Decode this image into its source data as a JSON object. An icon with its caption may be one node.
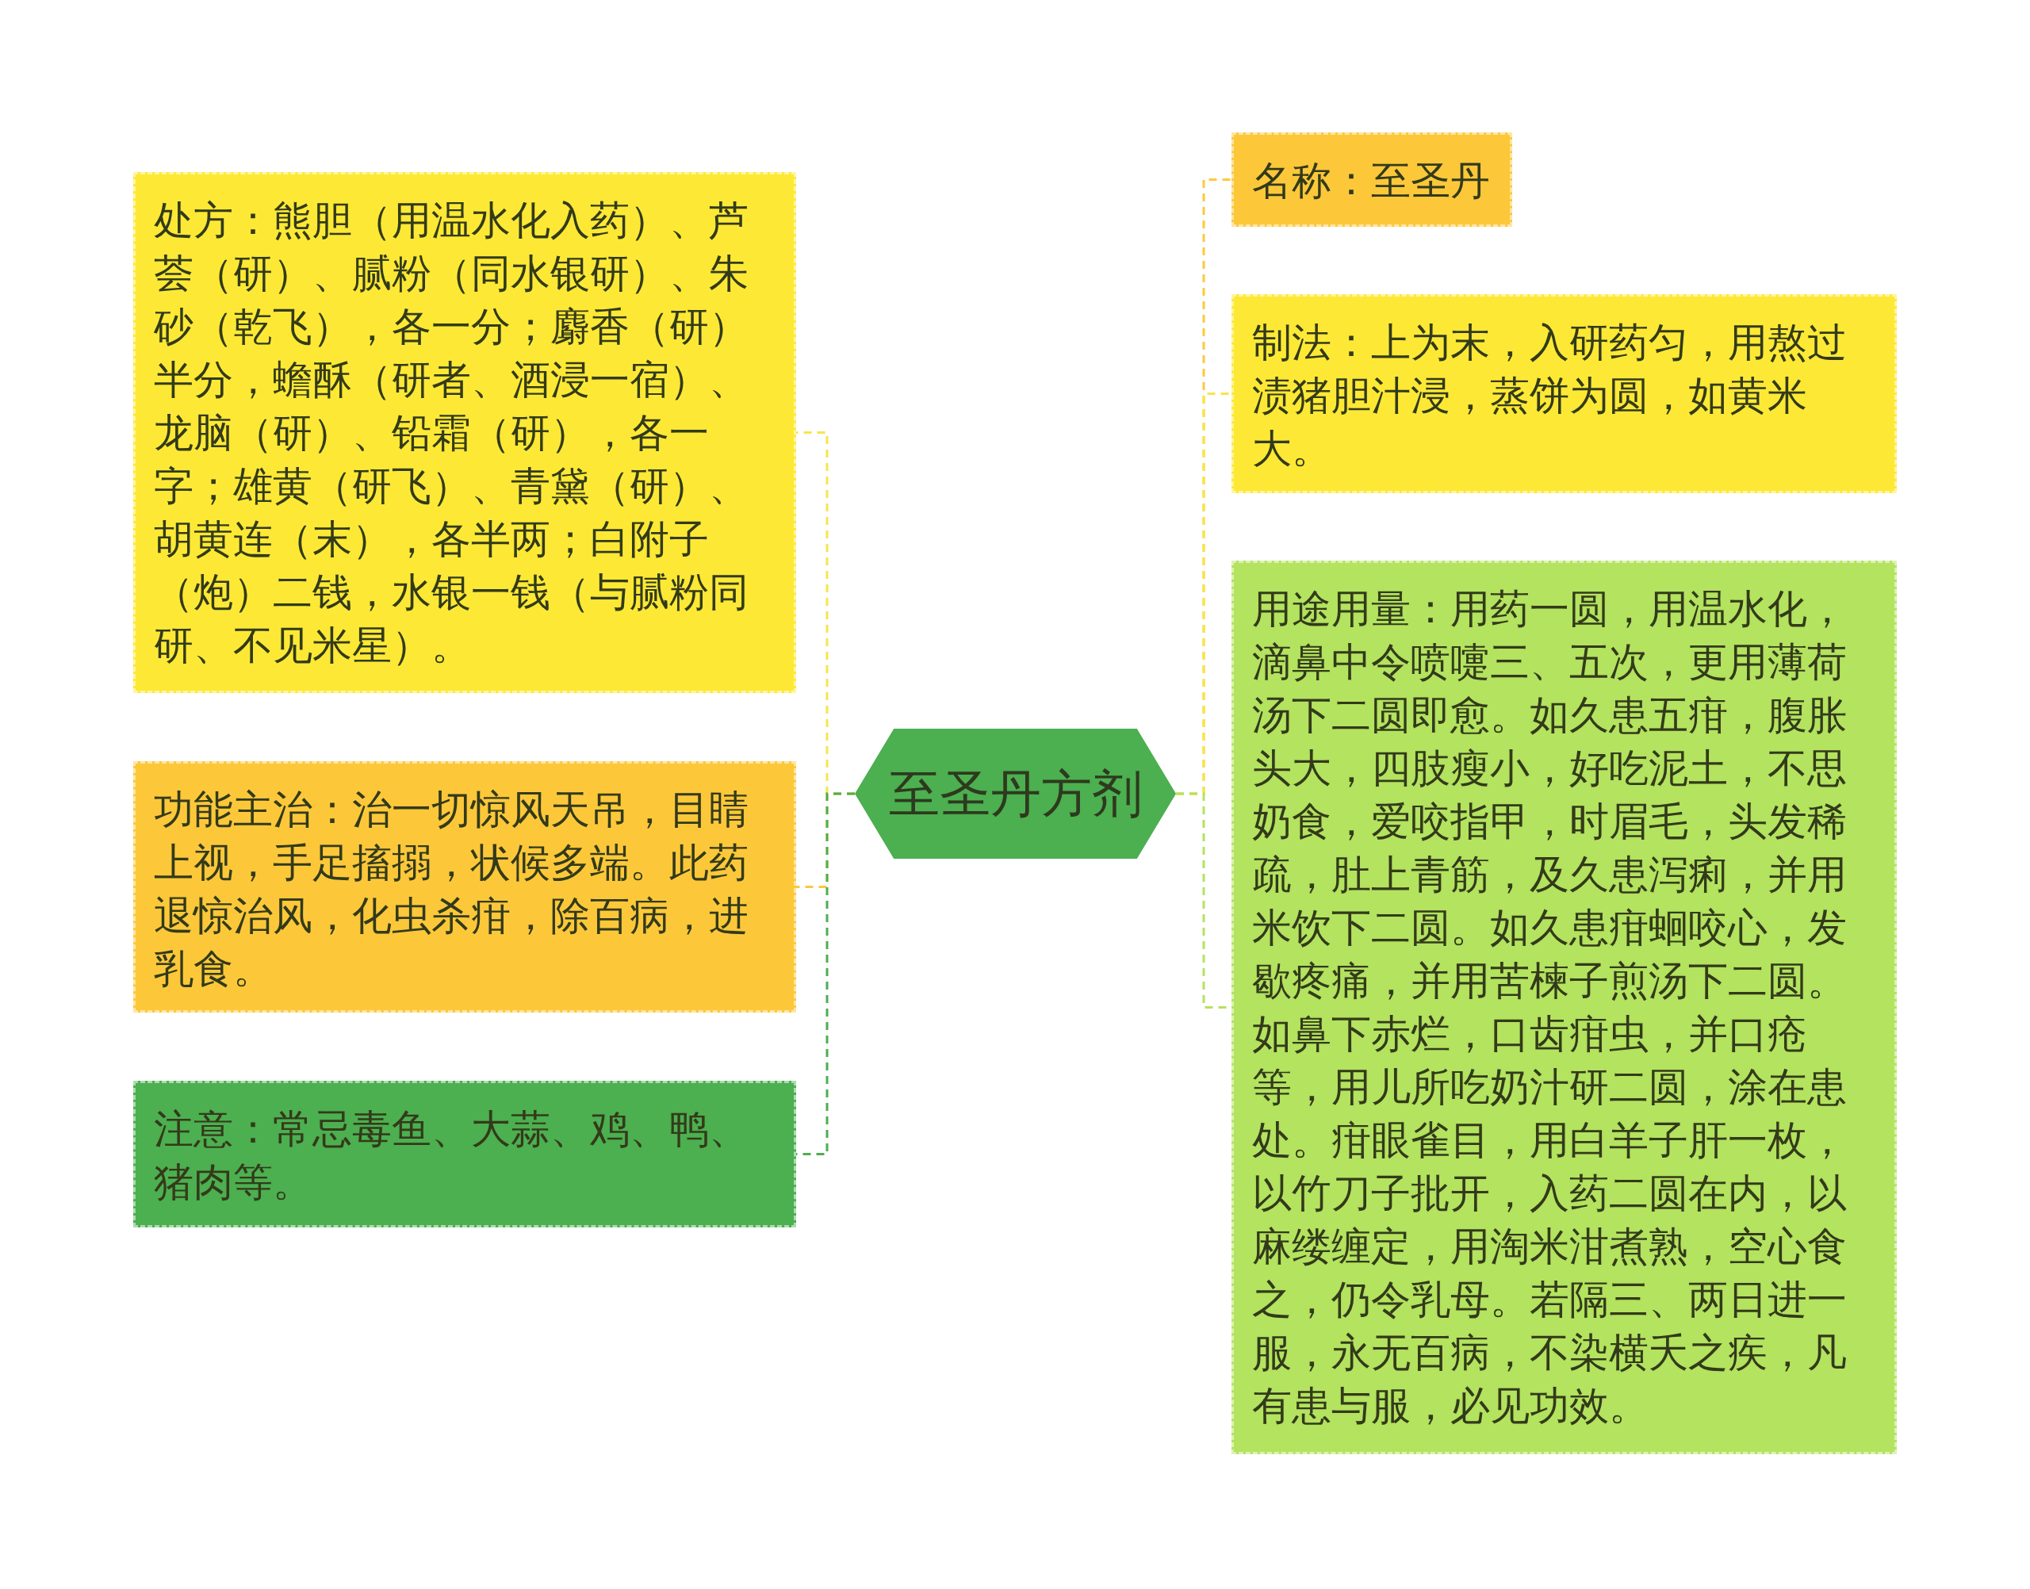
{
  "diagram": {
    "nodes": [
      {
        "text": [
          "至圣丹方剂"
        ]
      },
      {
        "text": [
          "处方：熊胆（用温水化入药）、芦荟（研）、腻粉（同水银研）、朱砂（乾飞），各一分；麝香（研）半分，蟾酥（研者、酒浸一宿）、龙脑（研）、铅霜（研），各一字；雄黄（研飞）、青黛（研）、胡黄连（末），各半两；白附子（炮）二钱，水银一钱（与腻粉同研、不见米星）。"
        ]
      },
      {
        "text": [
          "功能主治：治一切惊风天吊，目睛上视，手足搐搦，状候多端。此药退惊治风，化虫杀疳，除百病，进乳食。"
        ]
      },
      {
        "text": [
          "注意：常忌毒鱼、大蒜、鸡、鸭、猪肉等。"
        ]
      },
      {
        "text": [
          "名称：至圣丹"
        ]
      },
      {
        "text": [
          "制法：上为末，入研药匀，用熬过渍猪胆汁浸，蒸饼为圆，如黄米大。"
        ]
      },
      {
        "text": [
          "用途用量：用药一圆，用温水化，滴鼻中令喷嚏三、五次，更用薄荷汤下二圆即愈。如久患五疳，腹胀头大，四肢瘦小，好吃泥土，不思奶食，爱咬指甲，时眉毛，头发稀疏，肚上青筋，及久患泻痢，并用米饮下二圆。如久患疳蛔咬心，发歇疼痛，并用苦楝子煎汤下二圆。如鼻下赤烂，口齿疳虫，并口疮等，用儿所吃奶汁研二圆，涂在患处。疳眼雀目，用白羊子肝一枚，以竹刀子批开，入药二圆在内，以麻缕缠定，用淘米泔煮熟，空心食之，仍令乳母。若隔三、两日进一服，永无百病，不染横夭之疾，凡有患与服，必见功效。"
        ]
      }
    ],
    "edges": [
      {
        "from": 0,
        "to": 1,
        "arrow": "none",
        "style": "dashed",
        "color": "#f7e54a"
      },
      {
        "from": 0,
        "to": 2,
        "arrow": "none",
        "style": "dashed",
        "color": "#fbc93d"
      },
      {
        "from": 0,
        "to": 3,
        "arrow": "none",
        "style": "dashed",
        "color": "#4caf50"
      },
      {
        "from": 0,
        "to": 4,
        "arrow": "none",
        "style": "dashed",
        "color": "#fbc93d"
      },
      {
        "from": 0,
        "to": 5,
        "arrow": "none",
        "style": "dashed",
        "color": "#f7e54a"
      },
      {
        "from": 0,
        "to": 6,
        "arrow": "none",
        "style": "dashed",
        "color": "#b3e35f"
      }
    ]
  }
}
